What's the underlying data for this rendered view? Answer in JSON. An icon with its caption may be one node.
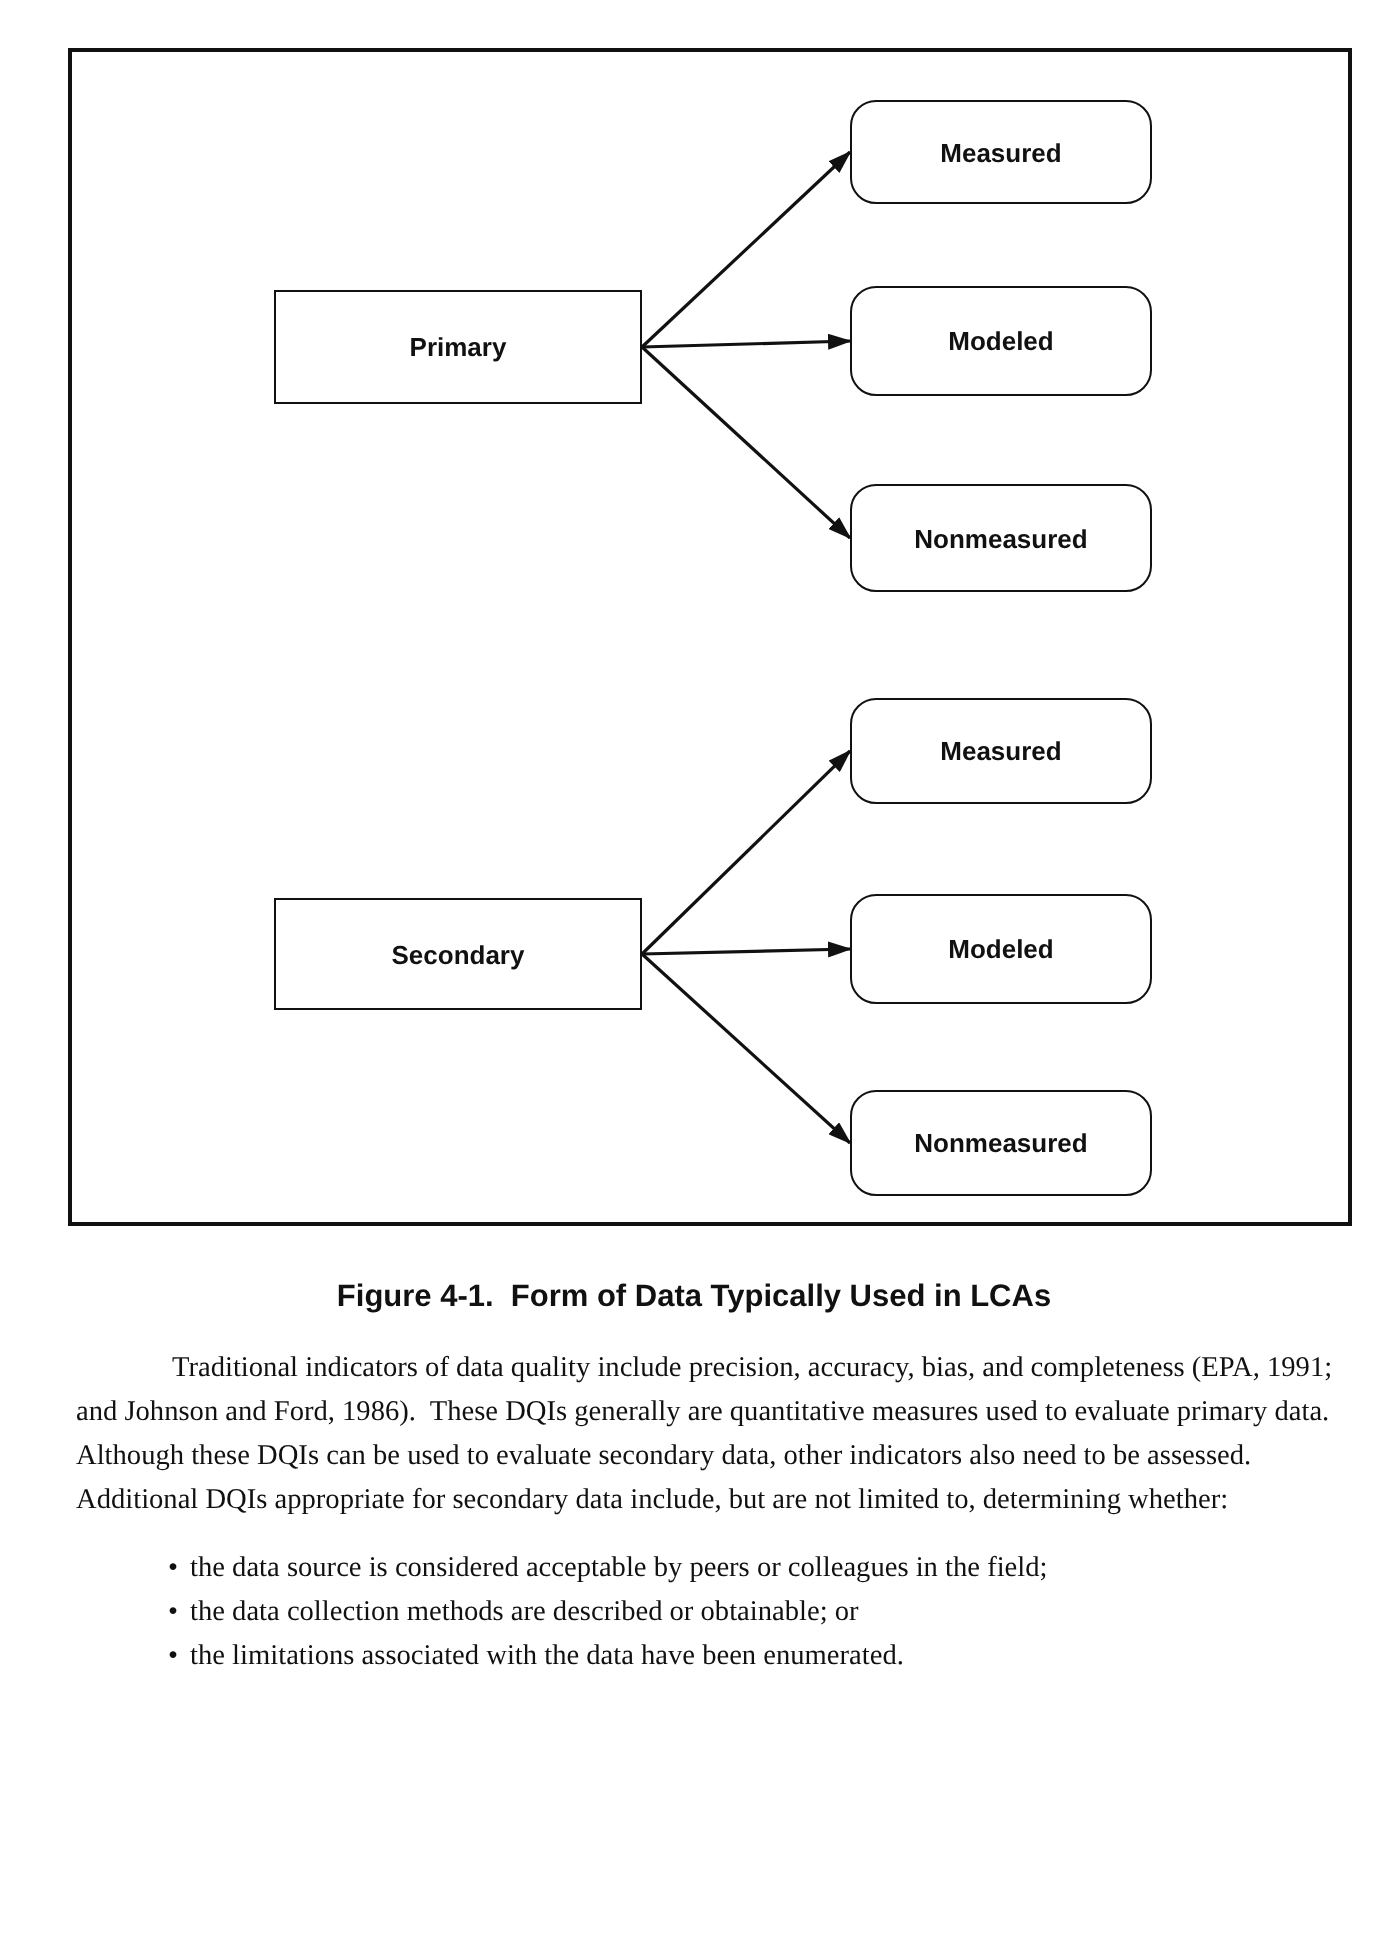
{
  "diagram": {
    "caption": "Figure 4-1.  Form of Data Typically Used in LCAs",
    "nodes": [
      {
        "text": [
          "Primary"
        ]
      },
      {
        "text": [
          "Measured"
        ]
      },
      {
        "text": [
          "Modeled"
        ]
      },
      {
        "text": [
          "Nonmeasured"
        ]
      },
      {
        "text": [
          "Secondary"
        ]
      },
      {
        "text": [
          "Measured"
        ]
      },
      {
        "text": [
          "Modeled"
        ]
      },
      {
        "text": [
          "Nonmeasured"
        ]
      }
    ],
    "edges": [
      {
        "from": 0,
        "to": 1,
        "arrow": "to"
      },
      {
        "from": 0,
        "to": 2,
        "arrow": "to"
      },
      {
        "from": 0,
        "to": 3,
        "arrow": "to"
      },
      {
        "from": 4,
        "to": 5,
        "arrow": "to"
      },
      {
        "from": 4,
        "to": 6,
        "arrow": "to"
      },
      {
        "from": 4,
        "to": 7,
        "arrow": "to"
      }
    ],
    "labels": [
      "Traditional indicators of data quality include precision, accuracy, bias, and completeness (EPA, 1991; and Johnson and Ford, 1986).  These DQIs generally are quantitative measures used to evaluate primary data.  Although these DQIs can be used to evaluate secondary data, other indicators also need to be assessed.  Additional DQIs appropriate for secondary data include, but are not limited to, determining whether:",
      "•",
      "the data source is considered acceptable by peers or colleagues in the field;",
      "•",
      "the data collection methods are described or obtainable; or",
      "•",
      "the limitations associated with the data have been enumerated."
    ]
  }
}
